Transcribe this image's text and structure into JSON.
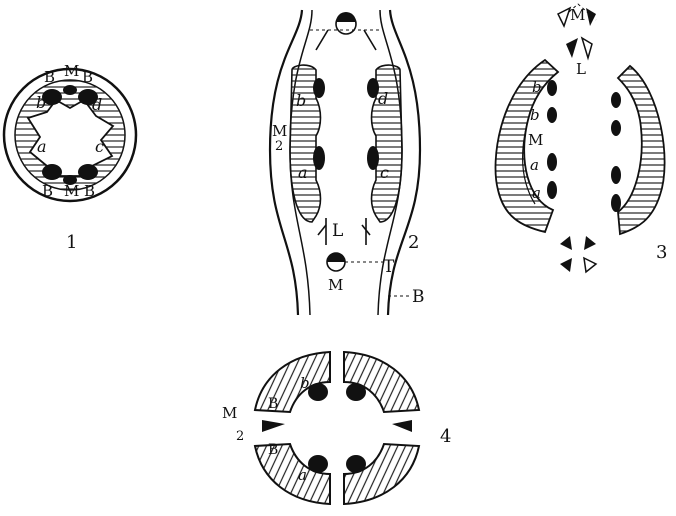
{
  "figures": [
    {
      "number": "1",
      "labels": [
        "B",
        "M",
        "B",
        "b",
        "d",
        "a",
        "c",
        "B",
        "M",
        "B"
      ]
    },
    {
      "number": "2",
      "labels": [
        "b",
        "d",
        "M",
        "2",
        "a",
        "c",
        "L",
        "T",
        "M",
        "B"
      ]
    },
    {
      "number": "3",
      "labels": [
        "M",
        "L",
        "b",
        "b",
        "M",
        "a",
        "a"
      ]
    },
    {
      "number": "4",
      "labels": [
        "b",
        "B",
        "M",
        "2",
        "B",
        "a"
      ]
    }
  ],
  "style": {
    "ink_color": "#111111",
    "paper_color": "#ffffff"
  }
}
